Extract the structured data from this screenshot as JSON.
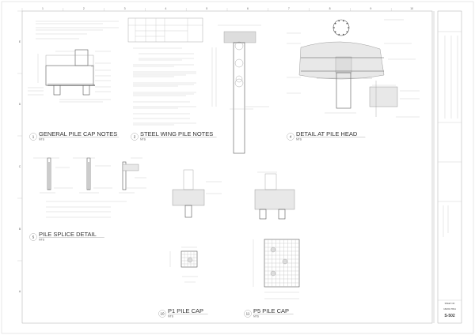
{
  "sheet": {
    "column_labels": [
      "1",
      "2",
      "3",
      "4",
      "5",
      "6",
      "7",
      "8",
      "9",
      "10"
    ],
    "row_labels": [
      "E",
      "D",
      "C",
      "B",
      "A"
    ]
  },
  "details": [
    {
      "number": "1",
      "title": "GENERAL PILE CAP NOTES",
      "scale": "NTS"
    },
    {
      "number": "2",
      "title": "STEEL WING PILE NOTES",
      "scale": "NTS"
    },
    {
      "number": "4",
      "title": "DETAIL AT PILE HEAD",
      "scale": "NTS"
    },
    {
      "number": "5",
      "title": "PILE SPLICE DETAIL",
      "scale": "NTS"
    },
    {
      "number": "10",
      "title": "P1 PILE CAP",
      "scale": "NTS"
    },
    {
      "number": "11",
      "title": "P5 PILE CAP",
      "scale": "NTS"
    }
  ],
  "title_block": {
    "sheet_label": "SHEET NO",
    "project_number": "16200-7811",
    "sheet_number": "S-502"
  }
}
